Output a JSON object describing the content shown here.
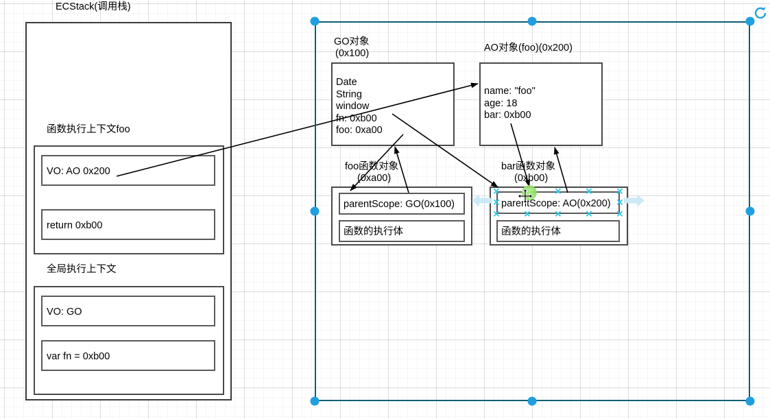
{
  "diagram": {
    "title": "ECStack(调用栈)",
    "left_panel": {
      "foo_context_label": "函数执行上下文foo",
      "foo_rows": [
        "VO: AO 0x200",
        "return 0xb00"
      ],
      "global_context_label": "全局执行上下文",
      "global_rows": [
        "VO: GO",
        "var fn = 0xb00"
      ]
    },
    "go_object": {
      "title_line1": "GO对象",
      "title_line2": "(0x100)",
      "entries": "Date\nString\nwindow\nfn: 0xb00\nfoo: 0xa00"
    },
    "ao_object": {
      "title": "AO对象(foo)(0x200)",
      "entries": "name: \"foo\"\nage: 18\nbar: 0xb00"
    },
    "foo_function_object": {
      "title_line1": "foo函数对象",
      "title_line2": "(0xa00)",
      "rows": [
        "parentScope: GO(0x100)",
        "函数的执行体"
      ]
    },
    "bar_function_object": {
      "title_line1": "bar函数对象",
      "title_line2": "(0xb00)",
      "rows": [
        "parentScope: AO(0x200)",
        "函数的执行体"
      ],
      "selected_row_index": 0
    },
    "colors": {
      "selection_frame": "#0a5f73",
      "selection_dot": "#1f9fe0",
      "handle_x": "#2ec8e8",
      "connection_hotspot": "#8ede62",
      "nudge_arrow": "#cce9f7",
      "shape_border": "#4a4a4a",
      "canvas_background": "#ffffff"
    },
    "icons": {
      "rotate": "rotate-icon",
      "move_cursor": "move-cursor",
      "nudge_left": "arrow-left-icon",
      "nudge_right": "arrow-right-icon"
    }
  }
}
